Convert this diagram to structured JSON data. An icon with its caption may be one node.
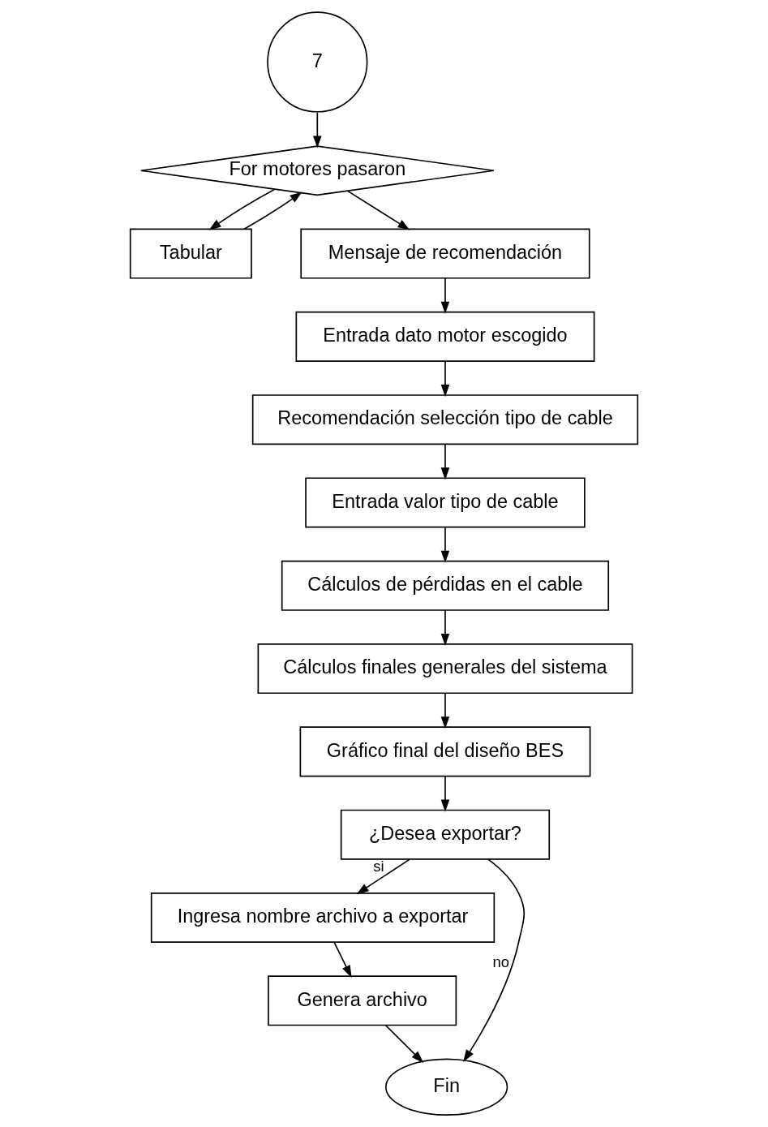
{
  "diagram": {
    "nodes": [
      {
        "text": [
          "7"
        ]
      },
      {
        "text": [
          "For motores pasaron"
        ]
      },
      {
        "text": [
          "Tabular"
        ]
      },
      {
        "text": [
          "Mensaje de recomendación"
        ]
      },
      {
        "text": [
          "Entrada dato motor escogido"
        ]
      },
      {
        "text": [
          "Recomendación selección tipo de cable"
        ]
      },
      {
        "text": [
          "Entrada valor tipo de cable"
        ]
      },
      {
        "text": [
          "Cálculos de pérdidas en el cable"
        ]
      },
      {
        "text": [
          "Cálculos finales generales del sistema"
        ]
      },
      {
        "text": [
          "Gráfico final del diseño BES"
        ]
      },
      {
        "text": [
          "¿Desea exportar?"
        ]
      },
      {
        "text": [
          "Ingresa nombre archivo a exportar"
        ]
      },
      {
        "text": [
          "Genera archivo"
        ]
      },
      {
        "text": [
          "Fin"
        ]
      }
    ],
    "edges": [
      {
        "from": 0,
        "to": 1,
        "arrow": "to"
      },
      {
        "from": 1,
        "to": 2,
        "arrow": "to"
      },
      {
        "from": 2,
        "to": 1,
        "arrow": "to"
      },
      {
        "from": 1,
        "to": 3,
        "arrow": "to"
      },
      {
        "from": 3,
        "to": 4,
        "arrow": "to"
      },
      {
        "from": 4,
        "to": 5,
        "arrow": "to"
      },
      {
        "from": 5,
        "to": 6,
        "arrow": "to"
      },
      {
        "from": 6,
        "to": 7,
        "arrow": "to"
      },
      {
        "from": 7,
        "to": 8,
        "arrow": "to"
      },
      {
        "from": 8,
        "to": 9,
        "arrow": "to"
      },
      {
        "from": 9,
        "to": 10,
        "arrow": "to"
      },
      {
        "from": 10,
        "to": 11,
        "label": "si",
        "arrow": "to"
      },
      {
        "from": 10,
        "to": 13,
        "label": "no",
        "arrow": "to"
      },
      {
        "from": 11,
        "to": 12,
        "arrow": "to"
      },
      {
        "from": 12,
        "to": 13,
        "arrow": "to"
      }
    ]
  }
}
